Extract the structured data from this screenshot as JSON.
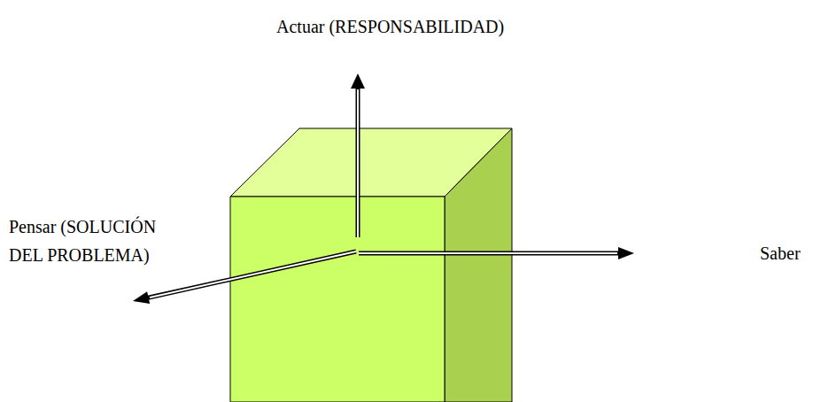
{
  "diagram": {
    "labels": [
      "Actuar (RESPONSABILIDAD)",
      "Pensar (SOLUCIÓN DEL PROBLEMA)",
      "Saber"
    ]
  }
}
